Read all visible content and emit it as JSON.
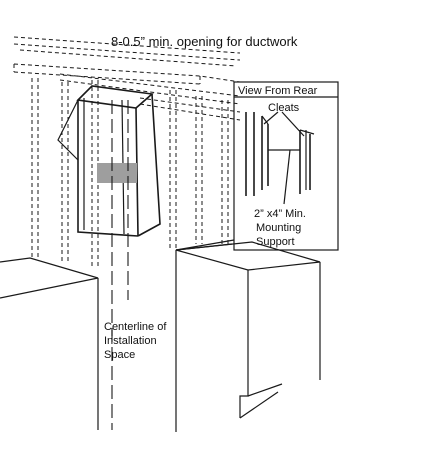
{
  "labels": {
    "ductwork_opening": "8-0.5” min. opening for ductwork",
    "view_from_rear": "View From  Rear",
    "cleats": "Cleats",
    "mounting_support_line1": "2” x4” Min.",
    "mounting_support_line2": "Mounting",
    "mounting_support_line3": "Support",
    "centerline_line1": "Centerline of",
    "centerline_line2": "Installation",
    "centerline_line3": "Space"
  },
  "colors": {
    "line": "#1a1a1a",
    "shaded_band": "#9e9e9e",
    "background": "#ffffff"
  }
}
